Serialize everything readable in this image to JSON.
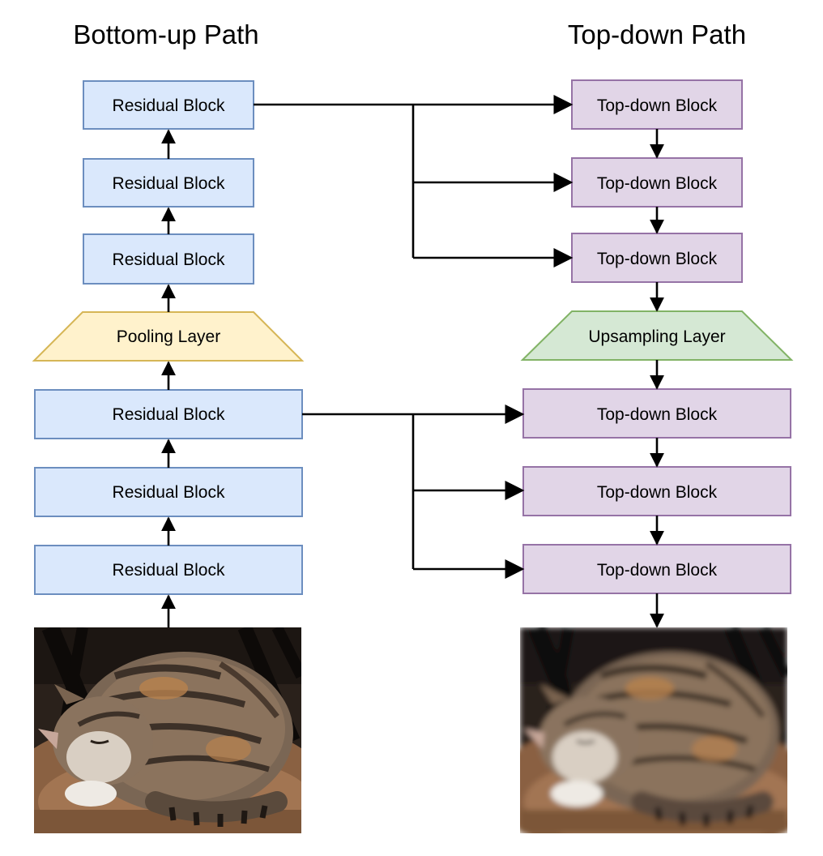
{
  "titles": {
    "left": "Bottom-up Path",
    "right": "Top-down Path"
  },
  "bottom_up": {
    "residual": "Residual Block",
    "pooling": "Pooling Layer"
  },
  "top_down": {
    "block": "Top-down Block",
    "upsampling": "Upsampling Layer"
  },
  "images": {
    "left": "cat-photo",
    "right": "cat-photo-blurred"
  },
  "colors": {
    "residual_fill": "#dae8fc",
    "residual_stroke": "#6c8ebf",
    "pooling_fill": "#fff2cc",
    "pooling_stroke": "#d6b656",
    "topdown_fill": "#e1d5e7",
    "topdown_stroke": "#9673a6",
    "upsampling_fill": "#d5e8d4",
    "upsampling_stroke": "#82b366"
  }
}
